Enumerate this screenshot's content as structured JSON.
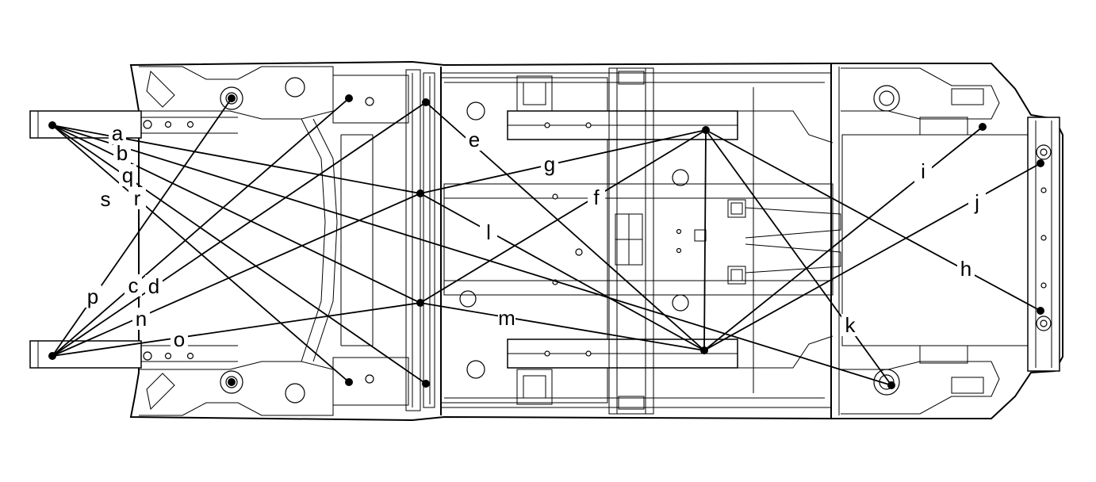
{
  "points": {
    "p1": "front-left-rail-tip",
    "p2": "front-right-rail-tip",
    "p3": "left-front-strut-hole",
    "p4": "right-front-strut-hole",
    "p5": "left-cowl-hole",
    "p6": "right-cowl-hole",
    "p7": "left-dash-upper",
    "p8": "right-dash-upper",
    "p9": "left-mid-reference",
    "p10": "right-mid-reference",
    "p11": "left-rear-reference",
    "p12": "right-rear-reference",
    "p13": "left-rear-rail",
    "p14": "right-rear-rail",
    "p15": "left-rear-bracket",
    "p16": "right-rear-bracket"
  },
  "dimensions": [
    {
      "id": "a",
      "label": "a"
    },
    {
      "id": "b",
      "label": "b"
    },
    {
      "id": "q",
      "label": "q"
    },
    {
      "id": "r",
      "label": "r"
    },
    {
      "id": "s",
      "label": "s"
    },
    {
      "id": "c",
      "label": "c"
    },
    {
      "id": "d",
      "label": "d"
    },
    {
      "id": "p",
      "label": "p"
    },
    {
      "id": "n",
      "label": "n"
    },
    {
      "id": "o",
      "label": "o"
    },
    {
      "id": "e",
      "label": "e"
    },
    {
      "id": "f",
      "label": "f"
    },
    {
      "id": "g",
      "label": "g"
    },
    {
      "id": "l",
      "label": "l"
    },
    {
      "id": "m",
      "label": "m"
    },
    {
      "id": "i",
      "label": "i"
    },
    {
      "id": "j",
      "label": "j"
    },
    {
      "id": "h",
      "label": "h"
    },
    {
      "id": "k",
      "label": "k"
    }
  ]
}
